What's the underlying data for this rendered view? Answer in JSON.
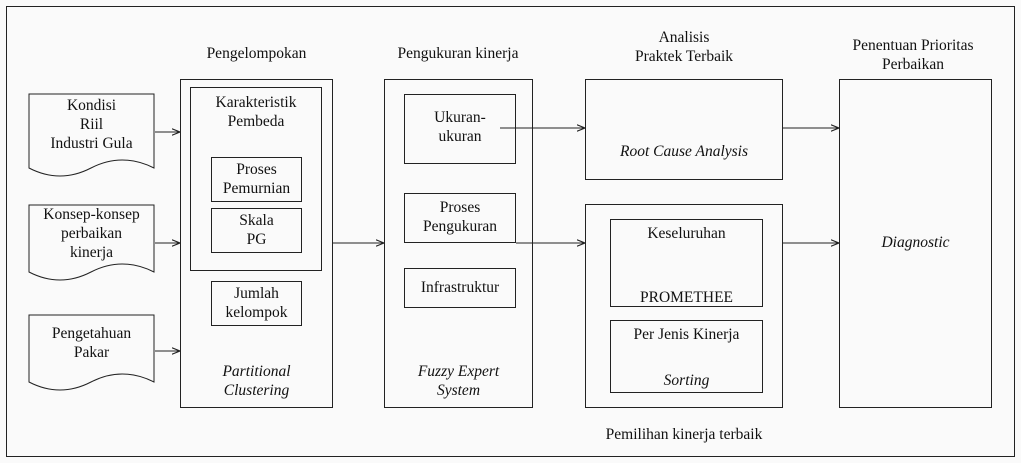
{
  "inputs": [
    {
      "lines": [
        "Kondisi",
        "Riil",
        "Industri Gula"
      ]
    },
    {
      "lines": [
        "Konsep-konsep",
        "perbaikan",
        "kinerja"
      ]
    },
    {
      "lines": [
        "Pengetahuan",
        "Pakar"
      ]
    }
  ],
  "stages": {
    "grouping": {
      "header": "Pengelompokan",
      "inner_title": [
        "Karakteristik",
        "Pembeda"
      ],
      "items": [
        [
          "Proses",
          "Pemurnian"
        ],
        [
          "Skala",
          "PG"
        ],
        [
          "Jumlah",
          "kelompok"
        ]
      ],
      "method": [
        "Partitional",
        "Clustering"
      ]
    },
    "measurement": {
      "header": "Pengukuran kinerja",
      "items": [
        [
          "Ukuran-",
          "ukuran"
        ],
        [
          "Proses",
          "Pengukuran"
        ],
        [
          "Infrastruktur"
        ]
      ],
      "method": [
        "Fuzzy Expert",
        "System"
      ]
    },
    "analysis": {
      "header": [
        "Analisis",
        "Praktek Terbaik"
      ],
      "rca": "Root Cause Analysis",
      "promethee_top": "Keseluruhan",
      "promethee_label": "PROMETHEE",
      "sort_top": "Per Jenis Kinerja",
      "sort_label": "Sorting",
      "footer": "Pemilihan kinerja terbaik"
    },
    "priority": {
      "header": [
        "Penentuan Prioritas",
        "Perbaikan"
      ],
      "body": "Diagnostic"
    }
  },
  "colors": {
    "line": "#222222",
    "background": "#fafafa"
  }
}
